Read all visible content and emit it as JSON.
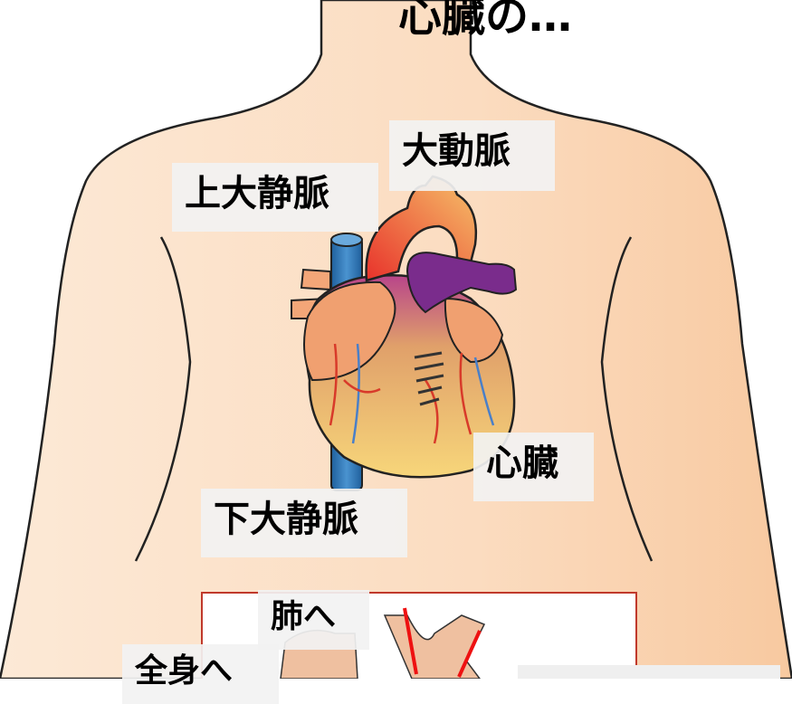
{
  "top_title": "心臓の…",
  "labels": {
    "aorta": "大動脈",
    "superior_vena_cava": "上大静脈",
    "heart": "心臓",
    "inferior_vena_cava": "下大静脈",
    "to_lungs": "肺へ",
    "to_whole_body": "全身へ"
  }
}
